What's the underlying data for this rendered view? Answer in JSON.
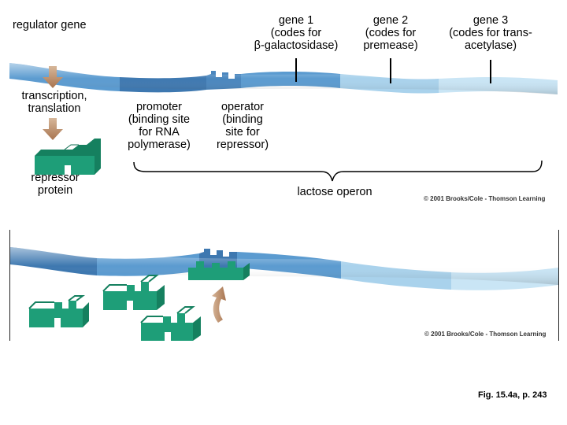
{
  "top": {
    "regulator_gene": "regulator gene",
    "gene1": [
      "gene 1",
      "(codes for",
      "β-galactosidase)"
    ],
    "gene2": [
      "gene 2",
      "(codes for",
      "premease)"
    ],
    "gene3": [
      "gene 3",
      "(codes for trans-",
      "acetylase)"
    ],
    "transcription": [
      "transcription,",
      "translation"
    ],
    "promoter": [
      "promoter",
      "(binding site",
      "for RNA",
      "polymerase)"
    ],
    "operator": [
      "operator",
      "(binding",
      "site for",
      "repressor)"
    ],
    "repressor": [
      "repressor",
      "protein"
    ],
    "operon": "lactose operon",
    "copyright": "© 2001 Brooks/Cole - Thomson Learning"
  },
  "bottom": {
    "copyright": "© 2001 Brooks/Cole - Thomson Learning"
  },
  "caption": "Fig. 15.4a, p. 243",
  "colors": {
    "dna_dark": "#3e78b0",
    "dna_mid": "#5b9bd0",
    "dna_light": "#a9d2ec",
    "dna_pale": "#c9e5f5",
    "repressor": "#1e9e78",
    "arrow": "#b08060"
  }
}
